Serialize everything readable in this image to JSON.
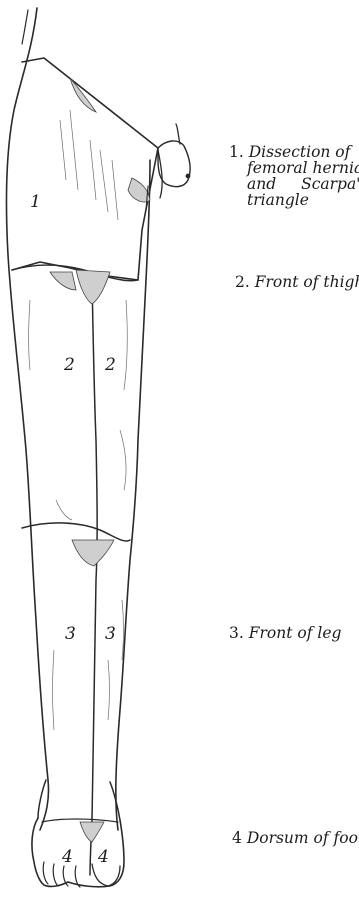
{
  "figure": {
    "region_numbers": [
      "1",
      "2",
      "2",
      "3",
      "3",
      "4",
      "4"
    ],
    "captions": [
      {
        "num": "1.",
        "lines": [
          "Dissection of",
          "femoral hernia,",
          "and Scarpa's",
          "triangle"
        ]
      },
      {
        "num": "2.",
        "text": "Front of thigh"
      },
      {
        "num": "3.",
        "text": "Front of leg"
      },
      {
        "num": "4",
        "text": "Dorsum of foot"
      }
    ]
  }
}
